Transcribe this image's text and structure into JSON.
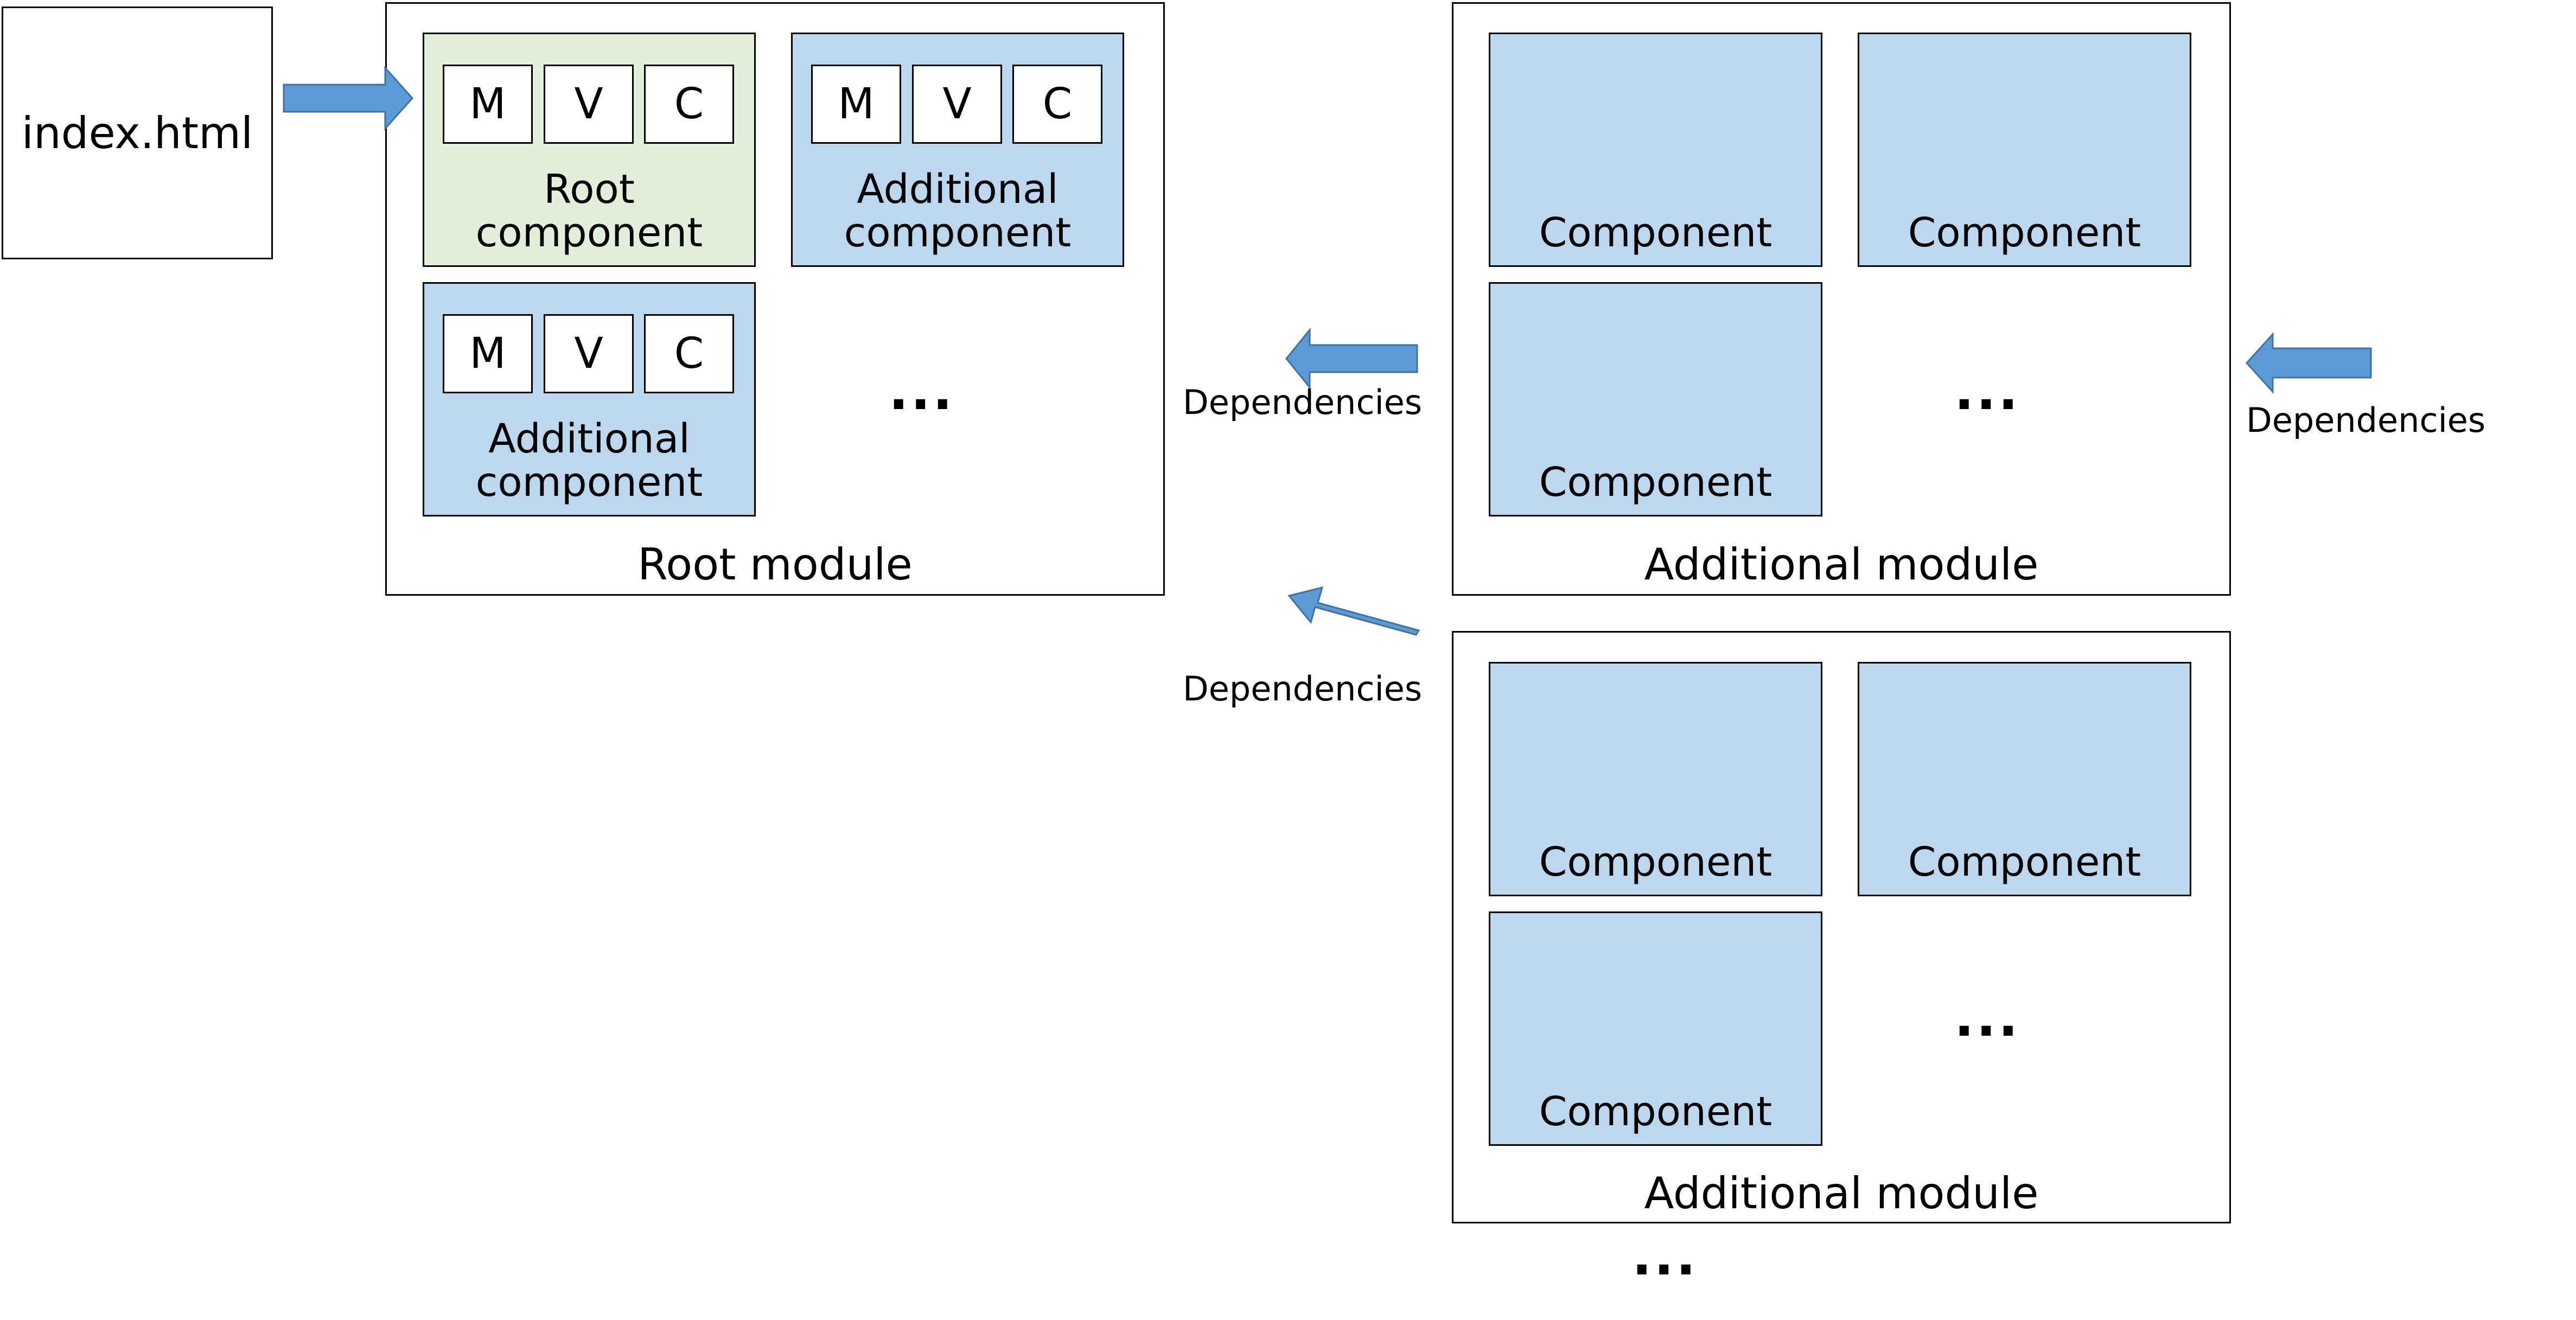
{
  "index": {
    "label": "index.html"
  },
  "root_module": {
    "label": "Root module",
    "root_component": {
      "m": "M",
      "v": "V",
      "c": "C",
      "line1": "Root",
      "line2": "component"
    },
    "additional_component_1": {
      "m": "M",
      "v": "V",
      "c": "C",
      "line1": "Additional",
      "line2": "component"
    },
    "additional_component_2": {
      "m": "M",
      "v": "V",
      "c": "C",
      "line1": "Additional",
      "line2": "component"
    },
    "ellipsis": "..."
  },
  "additional_module_1": {
    "label": "Additional module",
    "components": [
      "Component",
      "Component",
      "Component"
    ],
    "ellipsis": "..."
  },
  "additional_module_2": {
    "label": "Additional module",
    "components": [
      "Component",
      "Component",
      "Component"
    ],
    "ellipsis": "..."
  },
  "dependencies": {
    "left_top": "Dependencies",
    "left_bottom": "Dependencies",
    "right": "Dependencies"
  },
  "bottom_ellipsis": "...",
  "colors": {
    "root_component_fill": "#e2efda",
    "component_fill": "#bdd7ee",
    "arrow_fill": "#5b9bd5",
    "arrow_stroke": "#41719c"
  }
}
